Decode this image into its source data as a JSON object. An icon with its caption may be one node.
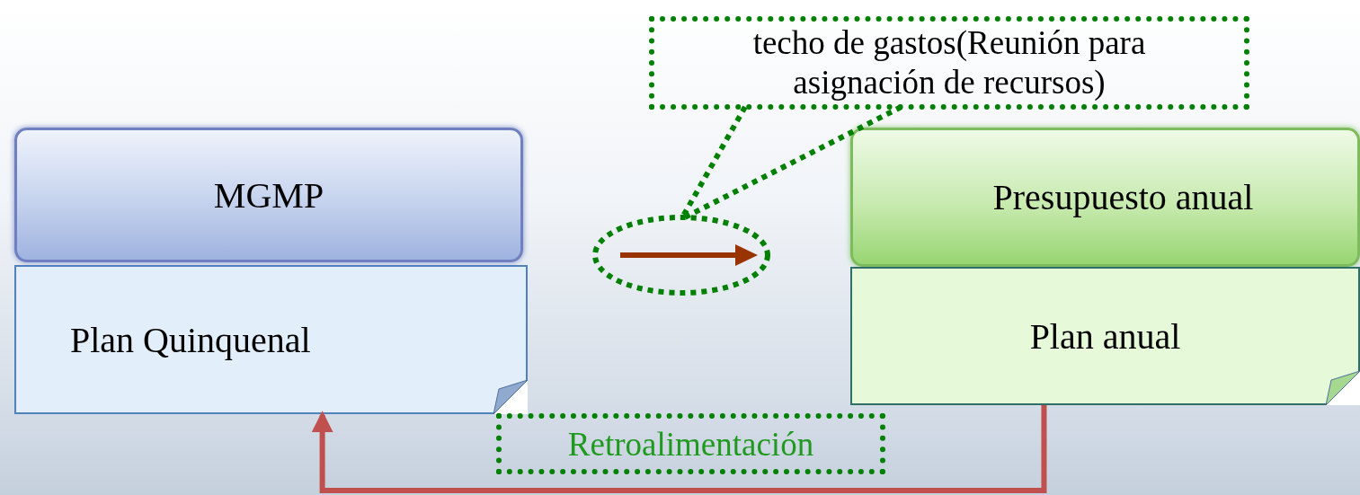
{
  "diagram": {
    "nodes": [
      {
        "text": [
          "MGMP"
        ]
      },
      {
        "text": [
          "Plan Quinquenal"
        ]
      },
      {
        "text": [
          "Presupuesto anual"
        ]
      },
      {
        "text": [
          "Plan anual"
        ]
      },
      {
        "text": [
          "techo de gastos(Reunión para asignación de recursos)"
        ]
      },
      {
        "text": [],
        "shape": "ellipse"
      },
      {
        "text": [
          "Retroalimentación"
        ]
      }
    ],
    "edges": [
      {
        "from": 4,
        "to": 5,
        "arrow": "none",
        "style": "dashed",
        "color": "#008000"
      },
      {
        "from": 3,
        "to": 1,
        "arrow": "to",
        "color": "#c0504d"
      }
    ]
  }
}
